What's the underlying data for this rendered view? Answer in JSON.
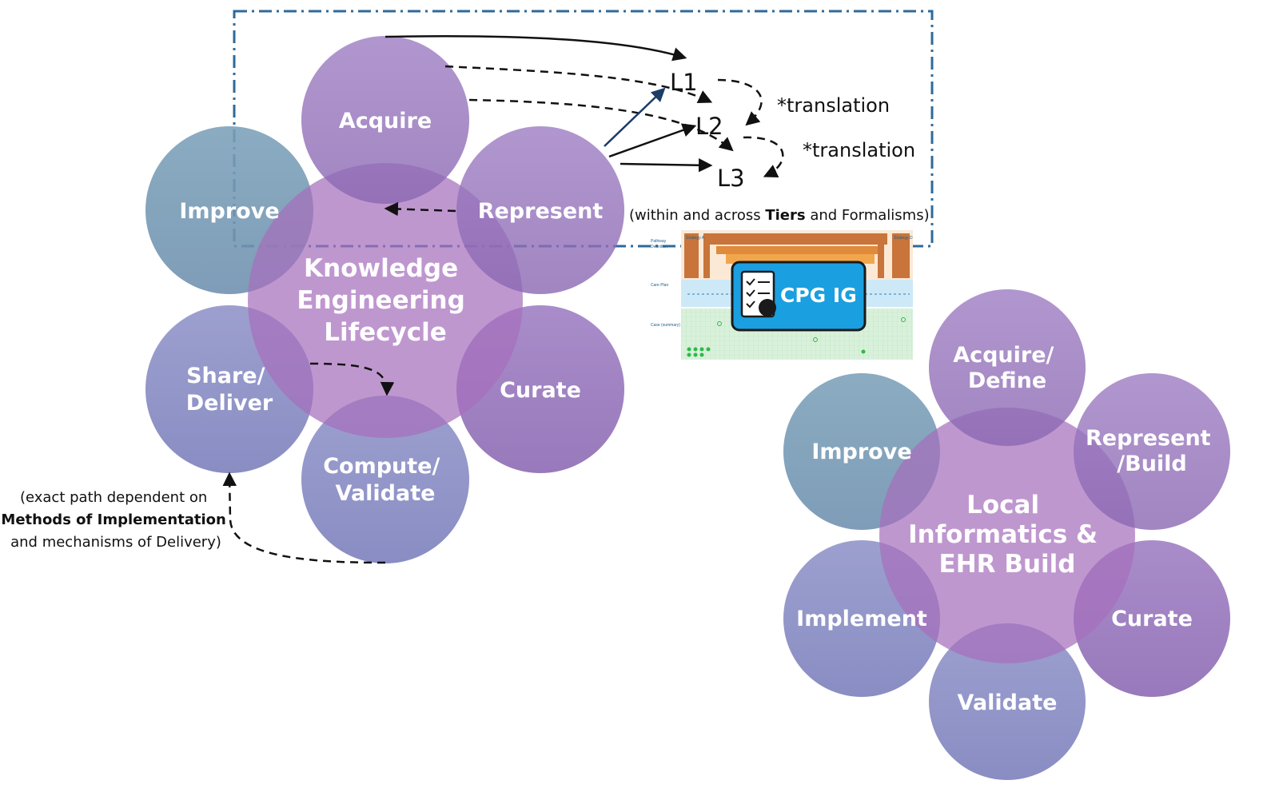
{
  "colors": {
    "center_fill": "#a66fbd",
    "petal_purple": "#8a65b0",
    "petal_teal": "#6f93ad",
    "petal_blue": "#7d84ba",
    "frame_border": "#2e6a9a",
    "cpg_box": "#1a9fe0",
    "tier_orange": "#c8743a",
    "tier_blue": "#cde9f7",
    "tier_green": "#d9f1db"
  },
  "lifecycle_ke": {
    "center_label": [
      "Knowledge",
      "Engineering",
      "Lifecycle"
    ],
    "petals": [
      {
        "id": "acquire",
        "label": [
          "Acquire"
        ]
      },
      {
        "id": "represent",
        "label": [
          "Represent"
        ]
      },
      {
        "id": "curate",
        "label": [
          "Curate"
        ]
      },
      {
        "id": "compute",
        "label": [
          "Compute/",
          "Validate"
        ]
      },
      {
        "id": "share",
        "label": [
          "Share/",
          "Deliver"
        ]
      },
      {
        "id": "improve",
        "label": [
          "Improve"
        ]
      }
    ]
  },
  "lifecycle_local": {
    "center_label": [
      "Local",
      "Informatics &",
      "EHR Build"
    ],
    "petals": [
      {
        "id": "acquire",
        "label": [
          "Acquire/",
          "Define"
        ]
      },
      {
        "id": "represent",
        "label": [
          "Represent",
          "/Build"
        ]
      },
      {
        "id": "curate",
        "label": [
          "Curate"
        ]
      },
      {
        "id": "validate",
        "label": [
          "Validate"
        ]
      },
      {
        "id": "implement",
        "label": [
          "Implement"
        ]
      },
      {
        "id": "improve",
        "label": [
          "Improve"
        ]
      }
    ]
  },
  "levels": [
    "L1",
    "L2",
    "L3"
  ],
  "translation_labels": [
    "*translation",
    "*translation"
  ],
  "tiers_note": {
    "before": "(within and across ",
    "bold": "Tiers",
    "after": " and Formalisms)"
  },
  "methods_note": {
    "line1": "(exact path dependent on",
    "bold": "Methods of Implementation",
    "line3": "and mechanisms of Delivery)"
  },
  "cpg_ig_label": "CPG IG",
  "thumbnail_labels": {
    "pathway": "Pathway",
    "definition": "Definition",
    "strategy_a": "Strategy A",
    "strategy_d": "Strategy D",
    "careplan": "Care Plan",
    "case_summary": "Case (summary)"
  }
}
